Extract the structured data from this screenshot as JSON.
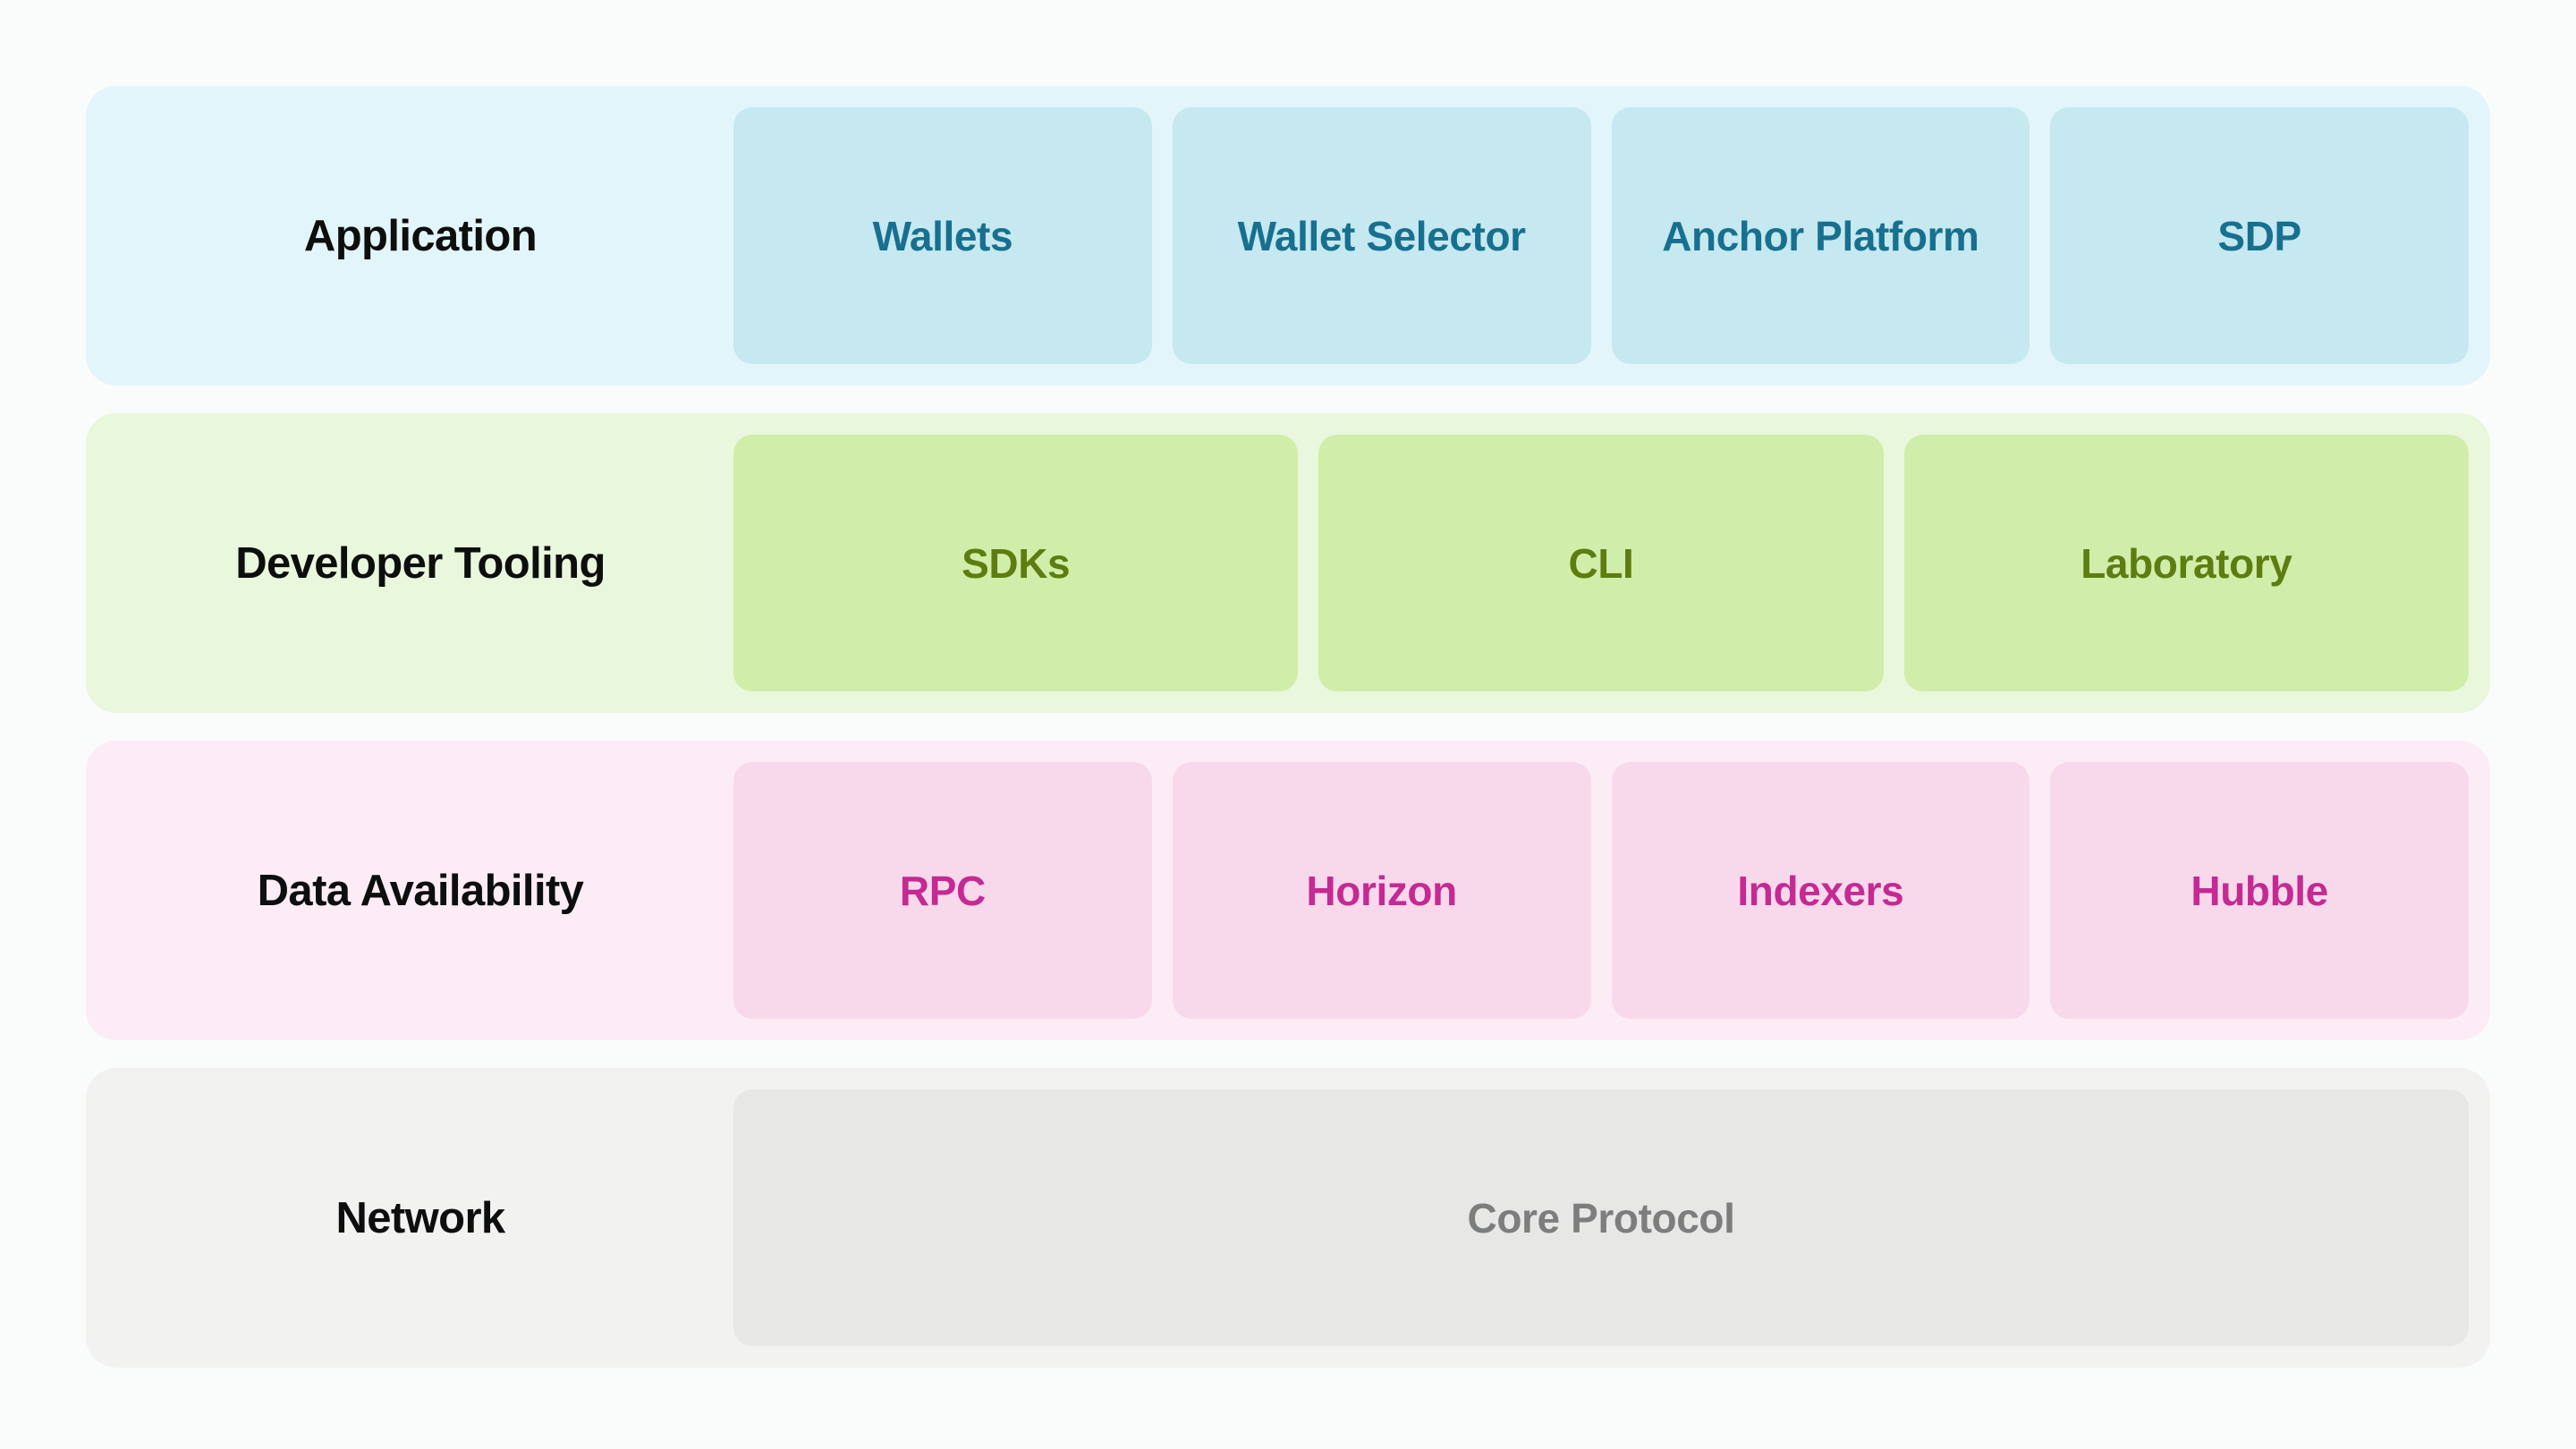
{
  "page": {
    "background_color": "#fafbfb",
    "label_text_color": "#0d0e0e"
  },
  "diagram": {
    "type": "layer-stack-architecture",
    "rows": [
      {
        "id": "application",
        "label": "Application",
        "row_bg": "#e2f5fa",
        "chip_bg": "#c6e8f0",
        "chip_text_color": "#17708f",
        "chips": [
          "Wallets",
          "Wallet Selector",
          "Anchor Platform",
          "SDP"
        ]
      },
      {
        "id": "developer-tooling",
        "label": "Developer Tooling",
        "row_bg": "#e9f7dc",
        "chip_bg": "#d1edaa",
        "chip_text_color": "#5d7d11",
        "chips": [
          "SDKs",
          "CLI",
          "Laboratory"
        ]
      },
      {
        "id": "data-availability",
        "label": "Data Availability",
        "row_bg": "#fcecf5",
        "chip_bg": "#f8d9ec",
        "chip_text_color": "#c42a92",
        "chips": [
          "RPC",
          "Horizon",
          "Indexers",
          "Hubble"
        ]
      },
      {
        "id": "network",
        "label": "Network",
        "row_bg": "#f2f2f1",
        "chip_bg": "#e7e7e6",
        "chip_text_color": "#7c7d7d",
        "chips": [
          "Core Protocol"
        ]
      }
    ]
  }
}
